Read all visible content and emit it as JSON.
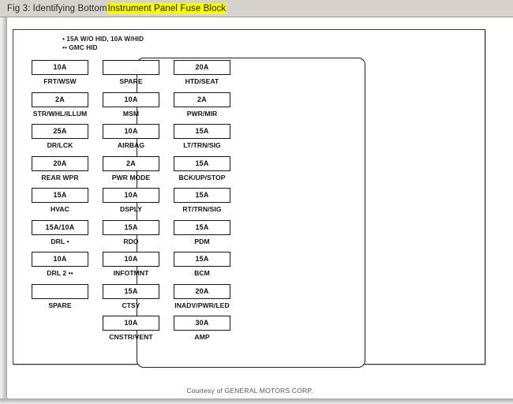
{
  "titlebar": {
    "prefix": "Fig 3: Identifying Bottom ",
    "highlighted": "Instrument Panel Fuse Block"
  },
  "legend": {
    "note_1": "• 15A W/O HID, 10A W/HID",
    "note_2": "•• GMC HID"
  },
  "footer": {
    "courtesy": "Courtesy of GENERAL MOTORS CORP."
  },
  "colors": {
    "titlebar_bg": "#d6d3cc",
    "highlight": "#ffff00",
    "line": "#141414",
    "paper": "#ffffff"
  },
  "fuse_block": {
    "columns": [
      {
        "name": "left-column",
        "cells": [
          {
            "amp": "10A",
            "label": "FRT/WSW"
          },
          {
            "amp": "2A",
            "label": "STR/WHL/ILLUM"
          },
          {
            "amp": "25A",
            "label": "DR/LCK"
          },
          {
            "amp": "20A",
            "label": "REAR WPR"
          },
          {
            "amp": "15A",
            "label": "HVAC"
          },
          {
            "amp": "15A/10A",
            "label": "DRL •"
          },
          {
            "amp": "10A",
            "label": "DRL 2 ••"
          },
          {
            "amp": "",
            "label": "SPARE"
          }
        ]
      },
      {
        "name": "middle-column",
        "cells": [
          {
            "amp": "",
            "label": "SPARE"
          },
          {
            "amp": "10A",
            "label": "MSM"
          },
          {
            "amp": "10A",
            "label": "AIRBAG"
          },
          {
            "amp": "2A",
            "label": "PWR MODE"
          },
          {
            "amp": "10A",
            "label": "DSPLY"
          },
          {
            "amp": "15A",
            "label": "RDO"
          },
          {
            "amp": "10A",
            "label": "INFOTMNT"
          },
          {
            "amp": "15A",
            "label": "CTSY"
          },
          {
            "amp": "10A",
            "label": "CNSTR/VENT"
          }
        ]
      },
      {
        "name": "right-column",
        "cells": [
          {
            "amp": "20A",
            "label": "HTD/SEAT"
          },
          {
            "amp": "2A",
            "label": "PWR/MIR"
          },
          {
            "amp": "15A",
            "label": "LT/TRN/SIG"
          },
          {
            "amp": "15A",
            "label": "BCK/UP/STOP"
          },
          {
            "amp": "15A",
            "label": "RT/TRN/SIG"
          },
          {
            "amp": "15A",
            "label": "PDM"
          },
          {
            "amp": "15A",
            "label": "BCM"
          },
          {
            "amp": "20A",
            "label": "INADV/PWR/LED"
          },
          {
            "amp": "30A",
            "label": "AMP"
          }
        ]
      }
    ]
  }
}
